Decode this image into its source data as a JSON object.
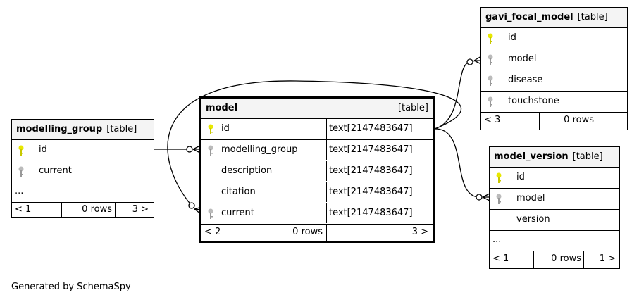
{
  "tables": {
    "modelling_group": {
      "name": "modelling_group",
      "kind": "[table]",
      "columns": [
        "id",
        "current"
      ],
      "ellipsis": "...",
      "footer": {
        "parents": "< 1",
        "rows": "0 rows",
        "children": "3 >"
      }
    },
    "model": {
      "name": "model",
      "kind": "[table]",
      "columns": [
        {
          "name": "id",
          "type": "text[2147483647]"
        },
        {
          "name": "modelling_group",
          "type": "text[2147483647]"
        },
        {
          "name": "description",
          "type": "text[2147483647]"
        },
        {
          "name": "citation",
          "type": "text[2147483647]"
        },
        {
          "name": "current",
          "type": "text[2147483647]"
        }
      ],
      "footer": {
        "parents": "< 2",
        "rows": "0 rows",
        "children": "3 >"
      }
    },
    "gavi_focal_model": {
      "name": "gavi_focal_model",
      "kind": "[table]",
      "columns": [
        "id",
        "model",
        "disease",
        "touchstone"
      ],
      "footer": {
        "parents": "< 3",
        "rows": "0 rows",
        "children": ""
      }
    },
    "model_version": {
      "name": "model_version",
      "kind": "[table]",
      "columns": [
        "id",
        "model",
        "version"
      ],
      "ellipsis": "...",
      "footer": {
        "parents": "< 1",
        "rows": "0 rows",
        "children": "1 >"
      }
    }
  },
  "colors": {
    "primary_key": "#e8e800",
    "foreign_key": "#bbbbbb",
    "header_bg": "#f4f4f4"
  },
  "icons": {
    "primary_key": "key-icon",
    "foreign_key": "key-icon"
  },
  "generated_by": "Generated by SchemaSpy"
}
